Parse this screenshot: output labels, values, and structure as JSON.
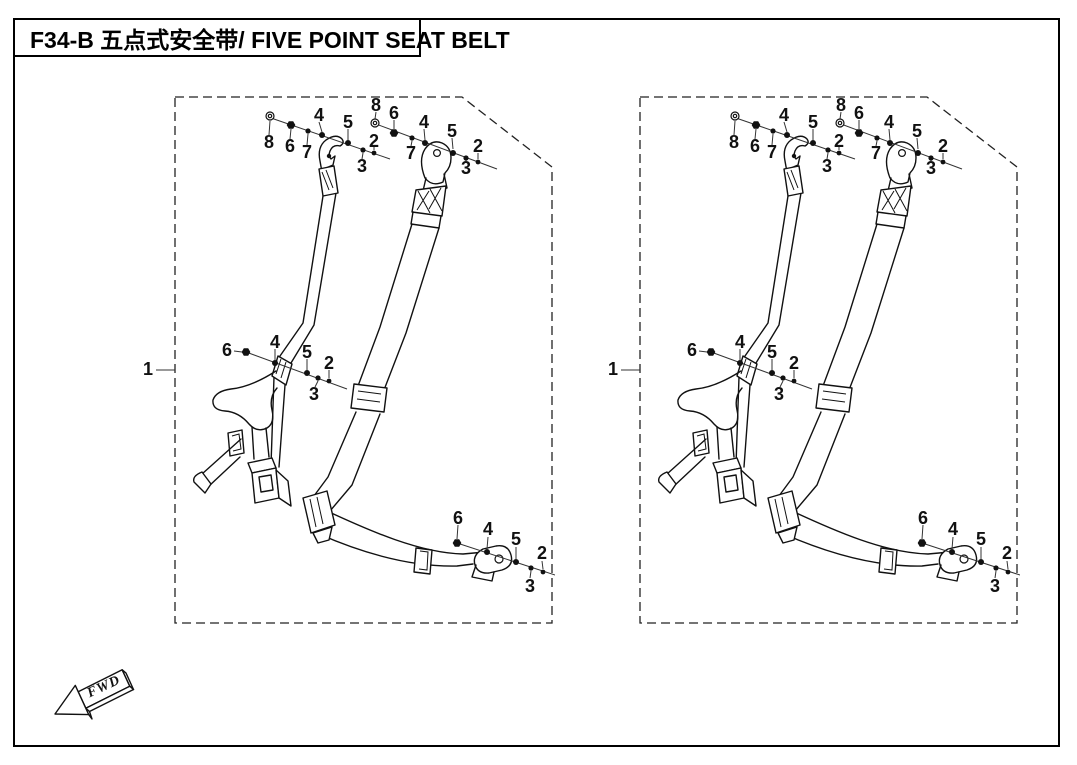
{
  "page": {
    "title": "F34-B 五点式安全带/ FIVE POINT SEAT BELT"
  },
  "diagram": {
    "ref_label": "1",
    "fwd_label": "FWD",
    "callouts": {
      "top_left": [
        "8",
        "6",
        "7",
        "4",
        "5",
        "3",
        "2"
      ],
      "top_right": [
        "8",
        "6",
        "7",
        "4",
        "5",
        "3",
        "2"
      ],
      "middle": [
        "6",
        "4",
        "5",
        "3",
        "2"
      ],
      "bottom_right": [
        "6",
        "4",
        "5",
        "3",
        "2"
      ]
    }
  }
}
